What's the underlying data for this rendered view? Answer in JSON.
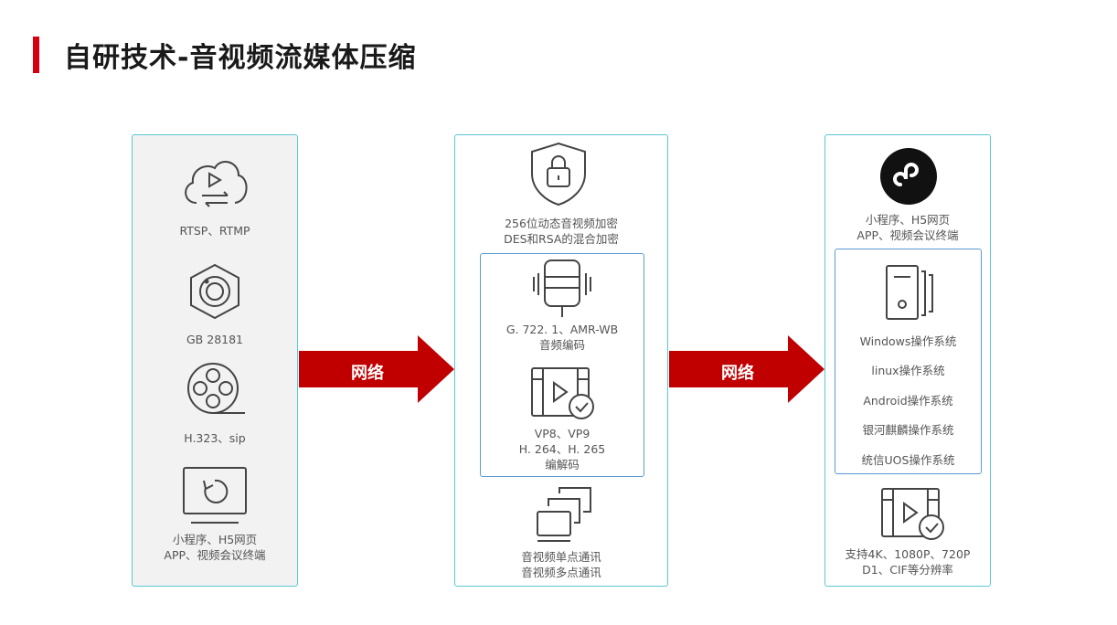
{
  "title": "自研技术-音视频流媒体压缩",
  "arrows": {
    "left_label": "网络",
    "right_label": "网络"
  },
  "left_panel": {
    "items": [
      {
        "icon": "cloud-play-icon",
        "lines": [
          "RTSP、RTMP"
        ]
      },
      {
        "icon": "camera-hexagon-icon",
        "lines": [
          "GB 28181"
        ]
      },
      {
        "icon": "film-reel-icon",
        "lines": [
          "H.323、sip"
        ]
      },
      {
        "icon": "monitor-refresh-icon",
        "lines": [
          "小程序、H5网页",
          "APP、视频会议终端"
        ]
      }
    ]
  },
  "mid_panel": {
    "encryption": {
      "icon": "shield-lock-icon",
      "lines": [
        "256位动态音视频加密",
        "DES和RSA的混合加密"
      ]
    },
    "audio": {
      "icon": "microphone-icon",
      "lines": [
        "G. 722. 1、AMR-WB",
        "音频编码"
      ]
    },
    "video": {
      "icon": "video-check-icon",
      "lines": [
        "VP8、VP9",
        "H. 264、H. 265",
        "编解码"
      ]
    },
    "comm": {
      "icon": "multi-screen-icon",
      "lines": [
        "音视频单点通讯",
        "音视频多点通讯"
      ]
    }
  },
  "right_panel": {
    "top": {
      "icon": "mini-program-icon",
      "lines": [
        "小程序、H5网页",
        "APP、视频会议终端"
      ]
    },
    "os": {
      "icon": "server-icon",
      "items": [
        "Windows操作系统",
        "linux操作系统",
        "Android操作系统",
        "银河麒麟操作系统",
        "统信UOS操作系统"
      ]
    },
    "resolution": {
      "icon": "video-check-icon",
      "lines": [
        "支持4K、1080P、720P",
        "D1、CIF等分辨率"
      ]
    }
  }
}
